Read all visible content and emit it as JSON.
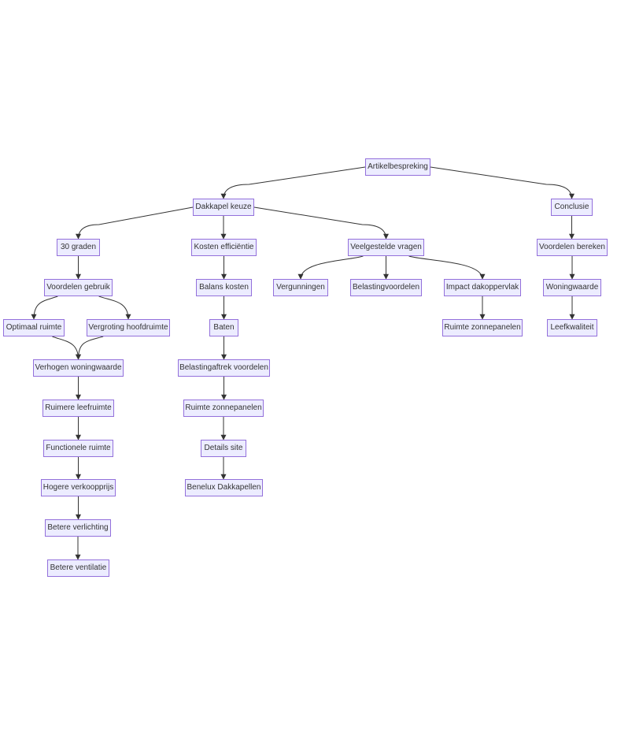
{
  "nodes": {
    "artikel": "Artikelbespreking",
    "dakkapel": "Dakkapel keuze",
    "conclusie": "Conclusie",
    "dertig": "30 graden",
    "kosten": "Kosten efficiëntie",
    "veelgestelde": "Veelgestelde vragen",
    "voordelenBereken": "Voordelen bereken",
    "voordelenGebruik": "Voordelen gebruik",
    "balans": "Balans kosten",
    "vergunningen": "Vergunningen",
    "belastingvoordelen": "Belastingvoordelen",
    "impact": "Impact dakoppervlak",
    "woningwaarde": "Woningwaarde",
    "optimaal": "Optimaal ruimte",
    "vergroting": "Vergroting hoofdruimte",
    "baten": "Baten",
    "ruimteZonne1": "Ruimte zonnepanelen",
    "leefkwaliteit": "Leefkwaliteit",
    "verhogen": "Verhogen woningwaarde",
    "belastingaftrek": "Belastingaftrek voordelen",
    "ruimere": "Ruimere leefruimte",
    "ruimteZonne2": "Ruimte zonnepanelen",
    "functionele": "Functionele ruimte",
    "details": "Details site",
    "hogere": "Hogere verkoopprijs",
    "benelux": "Benelux Dakkapellen",
    "verlichting": "Betere verlichting",
    "ventilatie": "Betere ventilatie"
  },
  "edges": [
    [
      "artikel",
      "dakkapel"
    ],
    [
      "artikel",
      "conclusie"
    ],
    [
      "dakkapel",
      "dertig"
    ],
    [
      "dakkapel",
      "kosten"
    ],
    [
      "dakkapel",
      "veelgestelde"
    ],
    [
      "dertig",
      "voordelenGebruik"
    ],
    [
      "voordelenGebruik",
      "optimaal"
    ],
    [
      "voordelenGebruik",
      "vergroting"
    ],
    [
      "optimaal",
      "verhogen"
    ],
    [
      "vergroting",
      "verhogen"
    ],
    [
      "verhogen",
      "ruimere"
    ],
    [
      "ruimere",
      "functionele"
    ],
    [
      "functionele",
      "hogere"
    ],
    [
      "hogere",
      "verlichting"
    ],
    [
      "verlichting",
      "ventilatie"
    ],
    [
      "kosten",
      "balans"
    ],
    [
      "balans",
      "baten"
    ],
    [
      "baten",
      "belastingaftrek"
    ],
    [
      "belastingaftrek",
      "ruimteZonne2"
    ],
    [
      "ruimteZonne2",
      "details"
    ],
    [
      "details",
      "benelux"
    ],
    [
      "veelgestelde",
      "vergunningen"
    ],
    [
      "veelgestelde",
      "belastingvoordelen"
    ],
    [
      "veelgestelde",
      "impact"
    ],
    [
      "impact",
      "ruimteZonne1"
    ],
    [
      "conclusie",
      "voordelenBereken"
    ],
    [
      "voordelenBereken",
      "woningwaarde"
    ],
    [
      "woningwaarde",
      "leefkwaliteit"
    ]
  ]
}
